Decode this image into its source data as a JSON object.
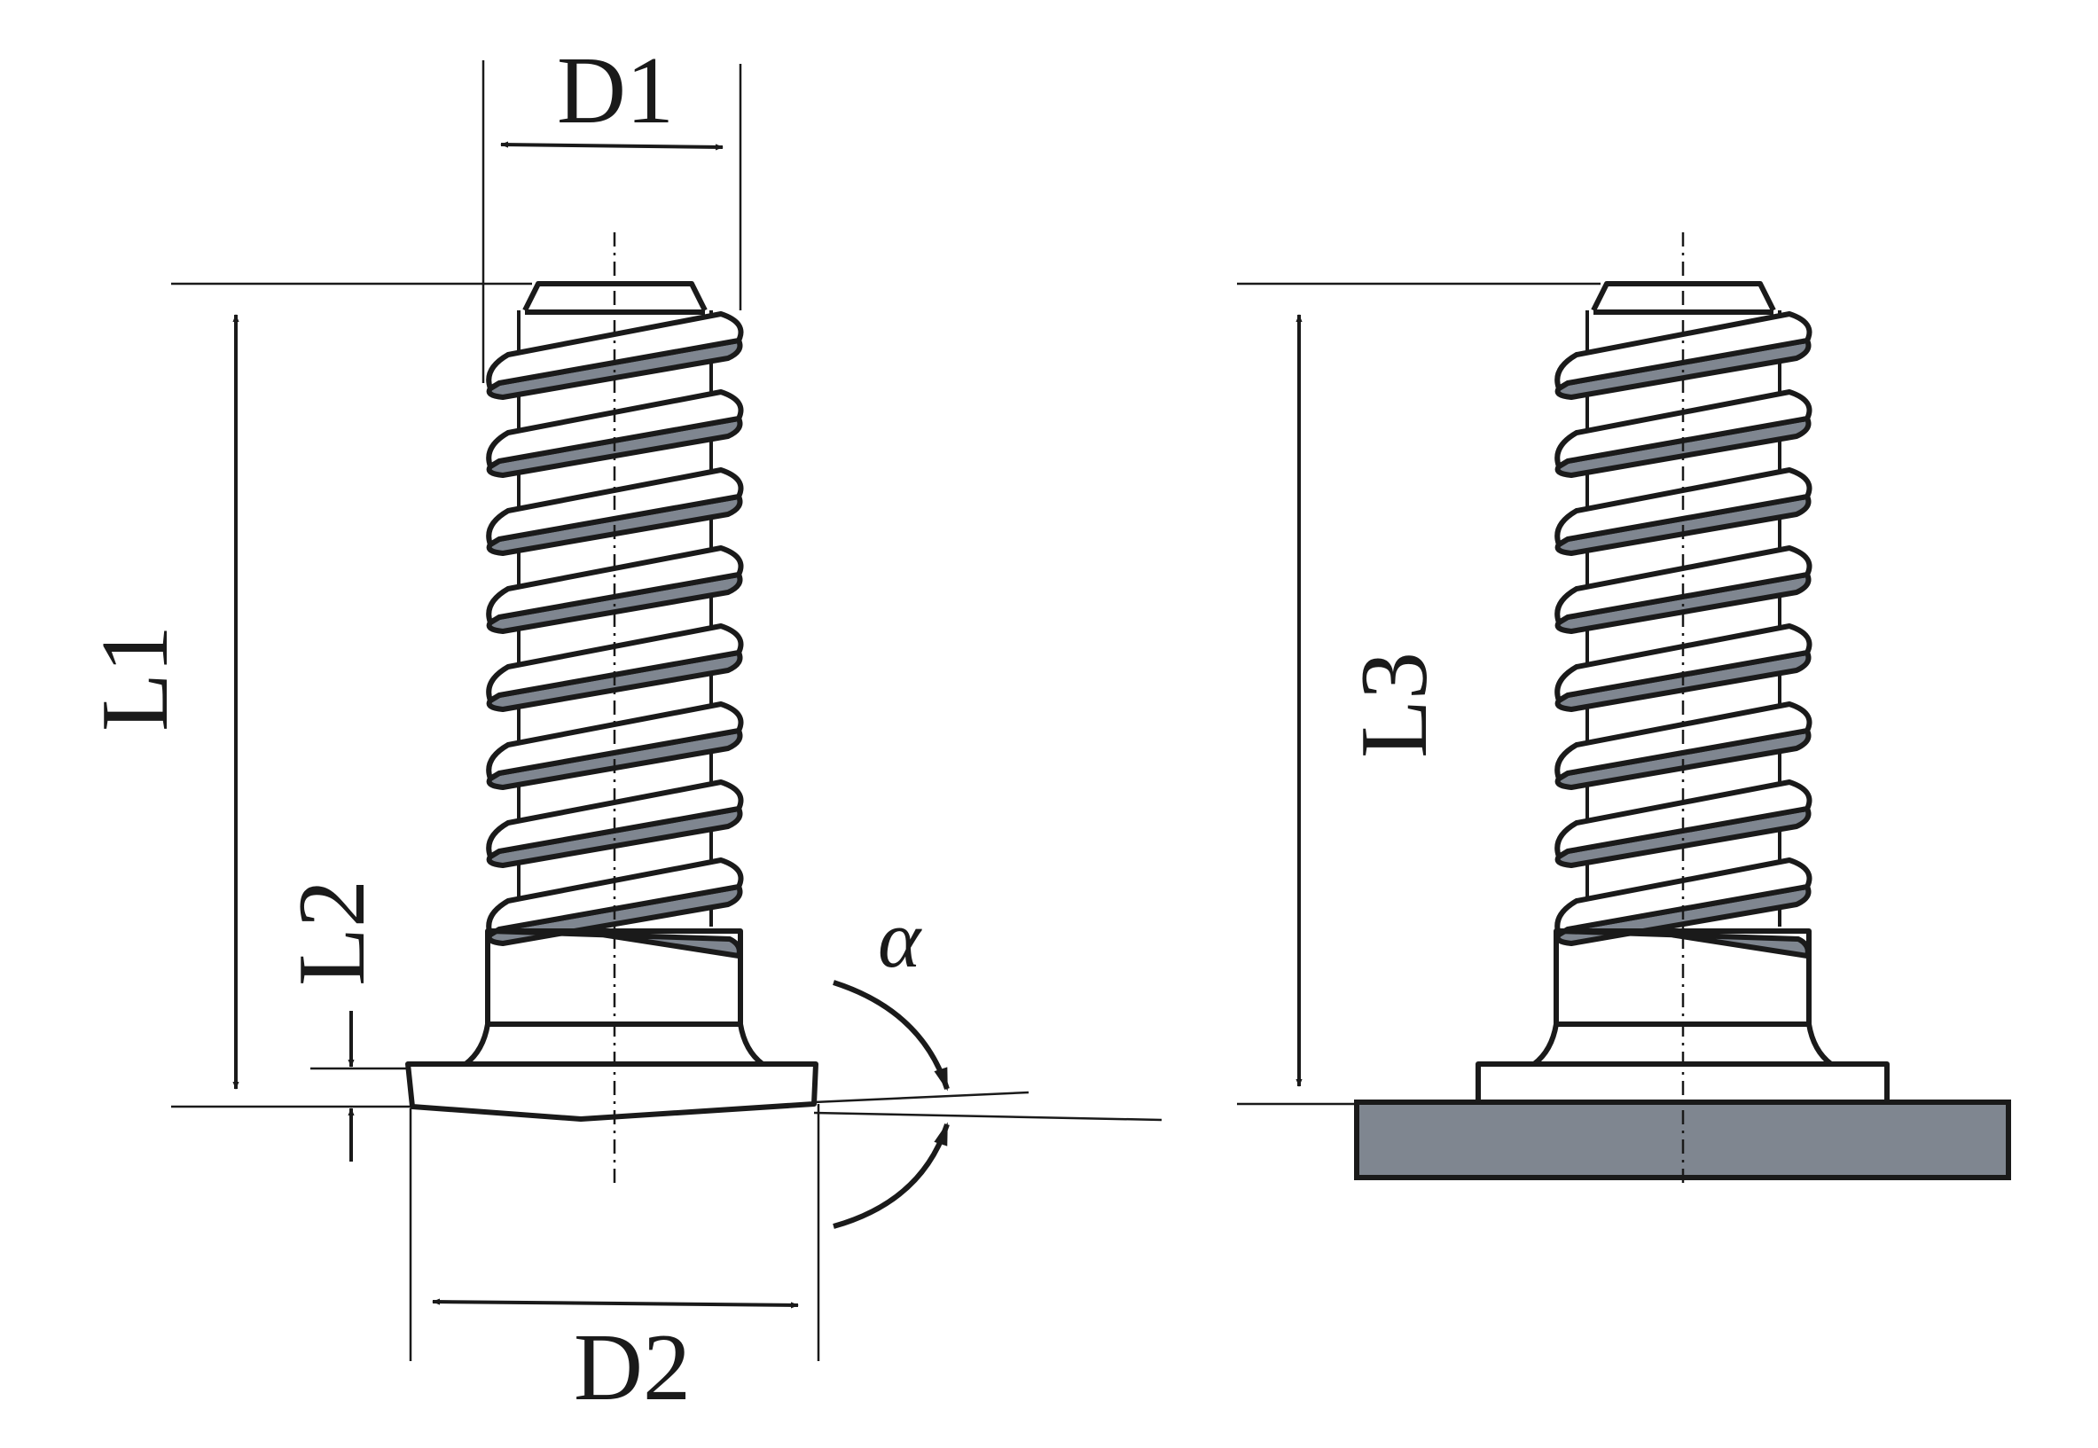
{
  "labels": {
    "d1": "D1",
    "d2": "D2",
    "l1": "L1",
    "l2": "L2",
    "l3": "L3",
    "alpha": "α"
  },
  "colors": {
    "line": "#1a1a1a",
    "thread_fill": "#7f8690",
    "plate_fill": "#7f8690",
    "background": "#ffffff"
  },
  "figures": [
    "stud-free",
    "stud-on-plate"
  ]
}
